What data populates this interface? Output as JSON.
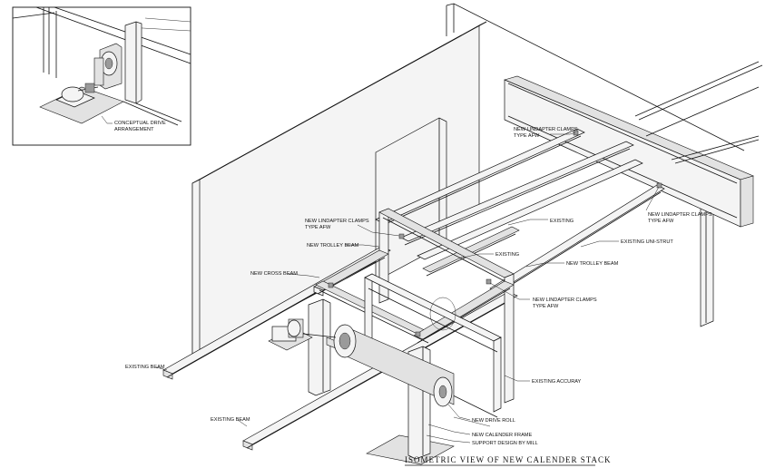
{
  "drawing": {
    "title": "ISOMETRIC  VIEW  OF  NEW  CALENDER  STACK",
    "inset_label": [
      "CONCEPTUAL DRIVE",
      "ARRANGEMENT"
    ],
    "labels": {
      "clamps_top": [
        "NEW LINDAPTER CLAMPS",
        "TYPE AFW"
      ],
      "clamps_left": [
        "NEW LINDAPTER CLAMPS",
        "TYPE AFW"
      ],
      "clamps_right": [
        "NEW LINDAPTER CLAMPS",
        "TYPE AFW"
      ],
      "clamps_mid": [
        "NEW LINDAPTER CLAMPS",
        "TYPE AFW"
      ],
      "existing_1": "EXISTING",
      "existing_2": "EXISTING",
      "existing_unistrut": "EXISTING UNI-STRUT",
      "trolley_left": "NEW TROLLEY BEAM",
      "trolley_right": "NEW TROLLEY BEAM",
      "cross_beam": "NEW CROSS BEAM",
      "existing_beam_1": "EXISTING BEAM",
      "existing_beam_2": "EXISTING BEAM",
      "existing_accuray": "EXISTING ACCURAY",
      "drive_roll": "NEW DRIVE ROLL",
      "calender_frame": "NEW CALENDER FRAME",
      "support": "SUPPORT  DESIGN BY MILL"
    }
  }
}
